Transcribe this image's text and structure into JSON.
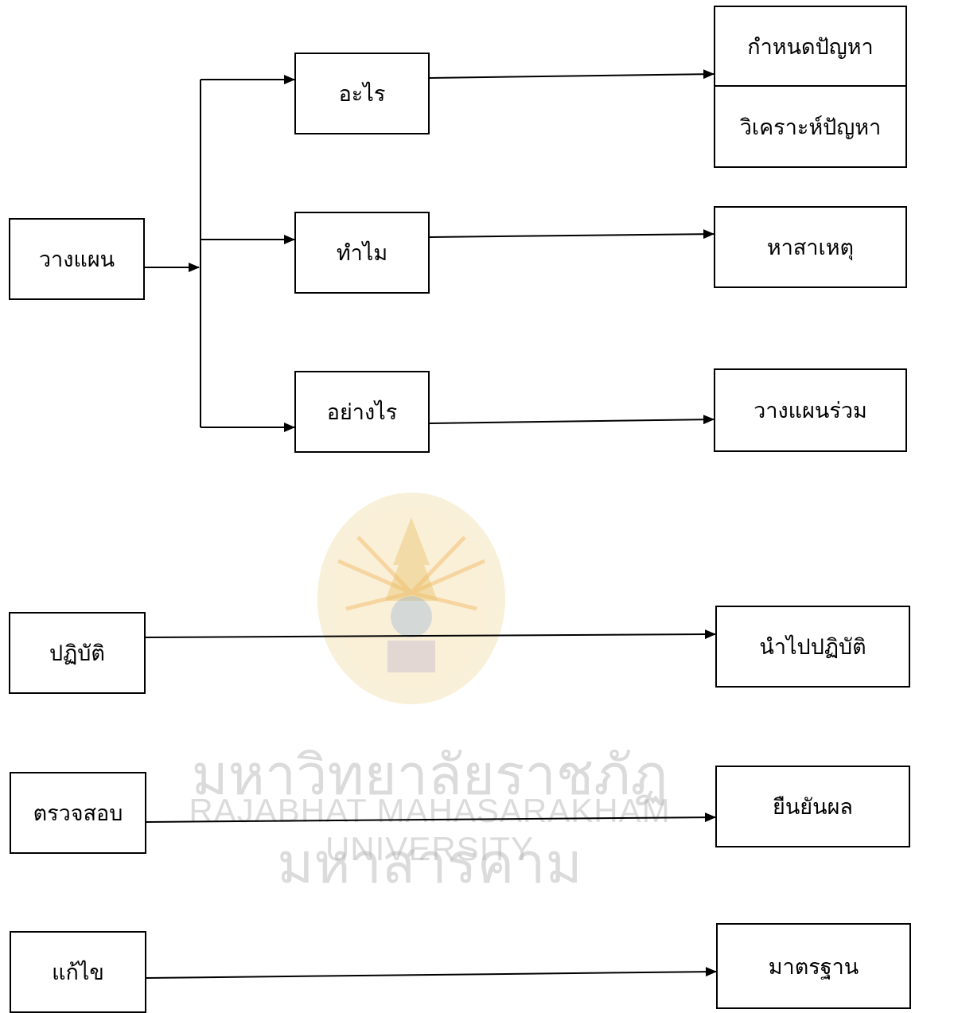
{
  "diagram": {
    "nodes": {
      "plan": "วางแผน",
      "what": "อะไร",
      "why": "ทำไม",
      "how": "อย่างไร",
      "define_problem": "กำหนดปัญหา",
      "analyze_problem": "วิเคราะห์ปัญหา",
      "find_cause": "หาสาเหตุ",
      "joint_plan": "วางแผนร่วม",
      "do": "ปฏิบัติ",
      "implement": "นำไปปฏิบัติ",
      "check": "ตรวจสอบ",
      "confirm_result": "ยืนยันผล",
      "act": "แก้ไข",
      "standard": "มาตรฐาน"
    },
    "edges": [
      {
        "from": "plan",
        "to": "what"
      },
      {
        "from": "plan",
        "to": "why"
      },
      {
        "from": "plan",
        "to": "how"
      },
      {
        "from": "what",
        "to": "define_problem"
      },
      {
        "from": "why",
        "to": "find_cause"
      },
      {
        "from": "how",
        "to": "joint_plan"
      },
      {
        "from": "do",
        "to": "implement"
      },
      {
        "from": "check",
        "to": "confirm_result"
      },
      {
        "from": "act",
        "to": "standard"
      }
    ]
  },
  "watermark": {
    "thai_text": "มหาวิทยาลัยราชภัฏมหาสารคาม",
    "english_text": "RAJABHAT MAHASARAKHAM UNIVERSITY",
    "color": "#b0b0b0",
    "seal_colors": [
      "#e8c06a",
      "#f0a43a",
      "#7fa7d8",
      "#9a8dbf"
    ]
  }
}
